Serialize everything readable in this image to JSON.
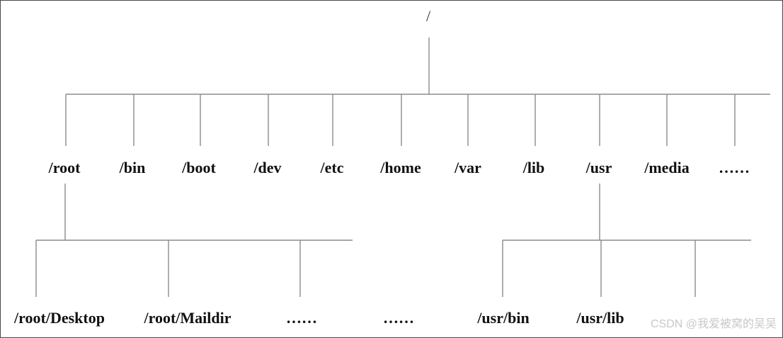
{
  "root": {
    "label": "/"
  },
  "level1": [
    {
      "label": "/root"
    },
    {
      "label": "/bin"
    },
    {
      "label": "/boot"
    },
    {
      "label": "/dev"
    },
    {
      "label": "/etc"
    },
    {
      "label": "/home"
    },
    {
      "label": "/var"
    },
    {
      "label": "/lib"
    },
    {
      "label": "/usr"
    },
    {
      "label": "/media"
    },
    {
      "label": "……"
    }
  ],
  "root_children": [
    {
      "label": "/root/Desktop"
    },
    {
      "label": "/root/Maildir"
    },
    {
      "label": "……"
    },
    {
      "label": "……"
    }
  ],
  "usr_children": [
    {
      "label": "/usr/bin"
    },
    {
      "label": "/usr/lib"
    }
  ],
  "watermark": "CSDN @我爱被窝的吴吴",
  "colors": {
    "lines": "#8c8c8c",
    "text": "#111111",
    "border": "#4a4a4a",
    "watermark": "#c8c8c8"
  }
}
